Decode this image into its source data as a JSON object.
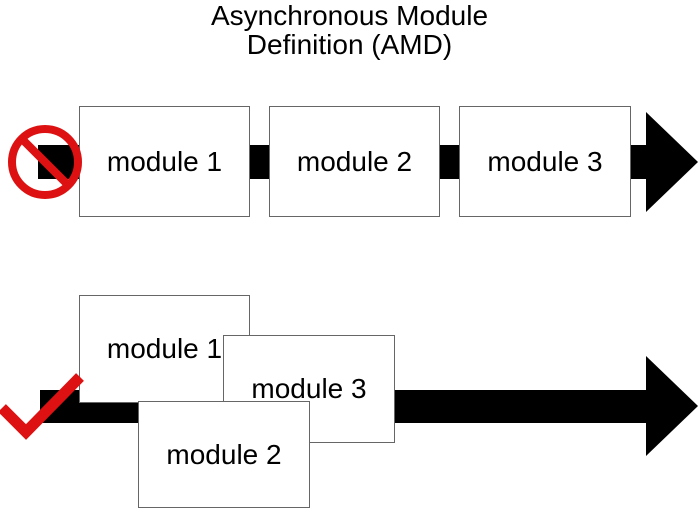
{
  "title": {
    "line1": "Asynchronous Module",
    "line2": "Definition (AMD)"
  },
  "top_row": {
    "icon": "prohibition-icon",
    "modules": [
      {
        "label": "module 1"
      },
      {
        "label": "module 2"
      },
      {
        "label": "module 3"
      }
    ]
  },
  "bottom_row": {
    "icon": "checkmark-icon",
    "modules": [
      {
        "label": "module 1"
      },
      {
        "label": "module 3"
      },
      {
        "label": "module 2"
      }
    ]
  },
  "colors": {
    "arrow": "#000000",
    "prohibition_red": "#dd1111",
    "check_red": "#dd1111",
    "box_border": "#666666",
    "box_fill": "#ffffff",
    "text": "#000000"
  }
}
